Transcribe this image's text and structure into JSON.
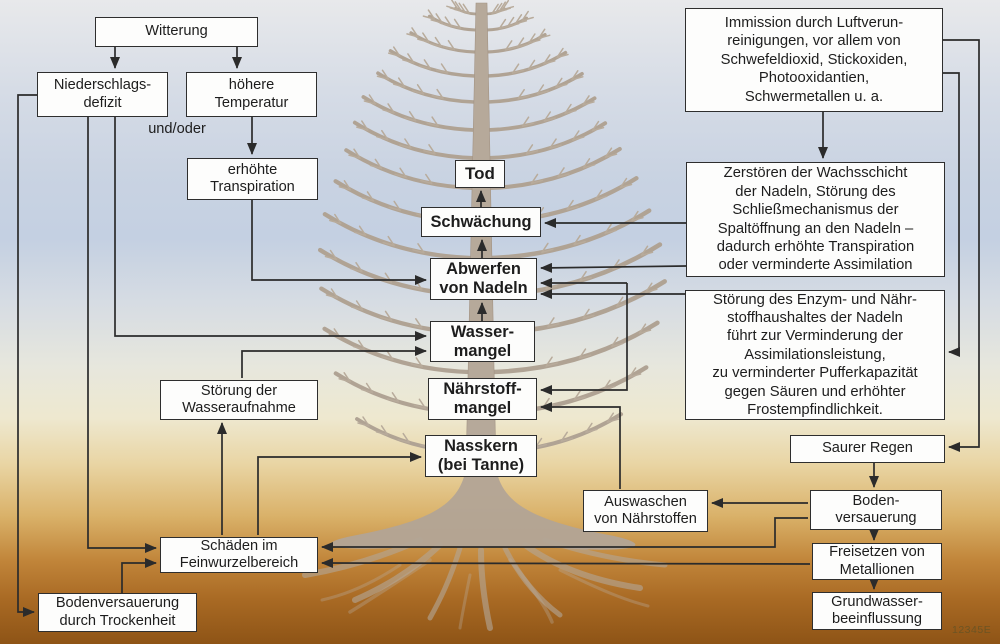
{
  "nodes": {
    "witterung": "Witterung",
    "niederschlagsdefizit": "Niederschlags-\ndefizit",
    "hoehere_temperatur": "höhere\nTemperatur",
    "erhoehte_transpiration": "erhöhte\nTranspiration",
    "tod": "Tod",
    "schwaechung": "Schwächung",
    "abwerfen": "Abwerfen\nvon Nadeln",
    "wassermangel": "Wasser-\nmangel",
    "naehrstoffmangel": "Nährstoff-\nmangel",
    "nasskern": "Nasskern\n(bei Tanne)",
    "stoerung_wasseraufnahme": "Störung der\nWasseraufnahme",
    "immission": "Immission durch Luftverun-\nreinigungen, vor allem von\nSchwefeldioxid, Stickoxiden,\nPhotooxidantien,\nSchwermetallen u. a.",
    "zerstoeren": "Zerstören der Wachsschicht\nder Nadeln, Störung des\nSchließmechanismus der\nSpaltöffnung an den Nadeln –\ndadurch erhöhte Transpiration\noder verminderte Assimilation",
    "stoerung_enzym": "Störung des Enzym- und Nähr-\nstoffhaushaltes der Nadeln\nführt zur Verminderung der\nAssimilationsleistung,\nzu verminderter Pufferkapazität\ngegen Säuren und erhöhter\nFrostempfindlichkeit.",
    "saurer_regen": "Saurer Regen",
    "auswaschen": "Auswaschen\nvon Nährstoffen",
    "bodenversauerung": "Boden-\nversauerung",
    "freisetzen": "Freisetzen von\nMetallionen",
    "grundwasser": "Grundwasser-\nbeeinflussung",
    "schaeden": "Schäden im\nFeinwurzelbereich",
    "bodenversauerung_trockenheit": "Bodenversauerung\ndurch Trockenheit"
  },
  "annotations": {
    "und_oder": "und/oder",
    "watermark": "12345E"
  },
  "colors": {
    "line": "#2b2b2b",
    "box_border": "#2e2e2e",
    "box_bg": "#fdfdfc",
    "sky_blue_band": "#c4d0e2",
    "soil_dark": "#8e5416",
    "tree": "#b2a597"
  }
}
